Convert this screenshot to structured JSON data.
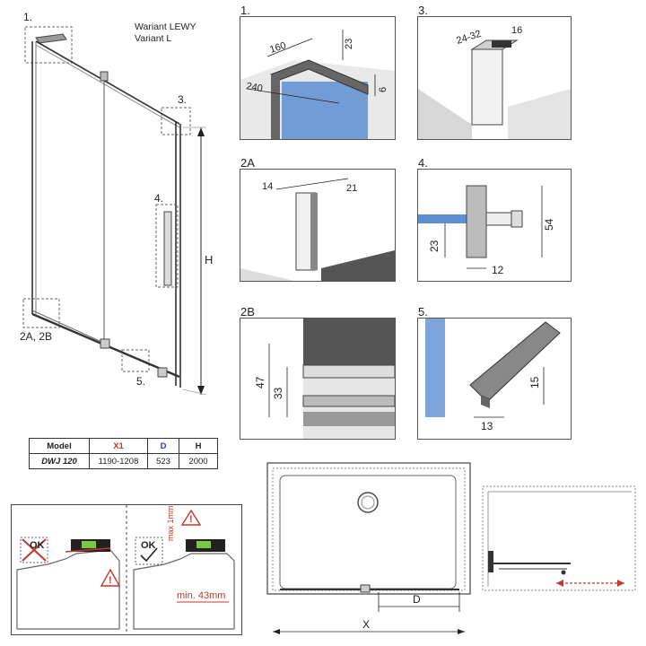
{
  "variant": {
    "line1": "Wariant LEWY",
    "line2": "Variant L"
  },
  "main_drawing": {
    "callout_1": "1.",
    "callout_2a2b": "2A, 2B",
    "callout_3": "3.",
    "callout_4": "4.",
    "callout_5": "5.",
    "height_label": "H"
  },
  "panels": {
    "p1": {
      "label": "1.",
      "dims": [
        "160",
        "23",
        "240",
        "6"
      ]
    },
    "p3": {
      "label": "3.",
      "dims": [
        "24-32",
        "16"
      ]
    },
    "p2a": {
      "label": "2A",
      "dims": [
        "14",
        "21"
      ]
    },
    "p4": {
      "label": "4.",
      "dims": [
        "54",
        "23",
        "12"
      ]
    },
    "p2b": {
      "label": "2B",
      "dims": [
        "47",
        "33"
      ]
    },
    "p5": {
      "label": "5.",
      "dims": [
        "15",
        "13"
      ]
    }
  },
  "spec_table": {
    "headers": [
      "Model",
      "X1",
      "D",
      "H"
    ],
    "row": [
      "DWJ 120",
      "1190-1208",
      "523",
      "2000"
    ],
    "header_colors": {
      "X1": "#c0392b",
      "D": "#3b3bb5",
      "H": "#222222"
    }
  },
  "install": {
    "ok_crossed": "OK",
    "ok_check": "OK",
    "max_label": "max 1mm",
    "min_label": "min. 43mm"
  },
  "plan": {
    "d_label": "D",
    "x_label": "X"
  },
  "colors": {
    "accent_red": "#c0392b",
    "glass_blue": "#5d8fd0",
    "profile_gray": "#555555"
  }
}
